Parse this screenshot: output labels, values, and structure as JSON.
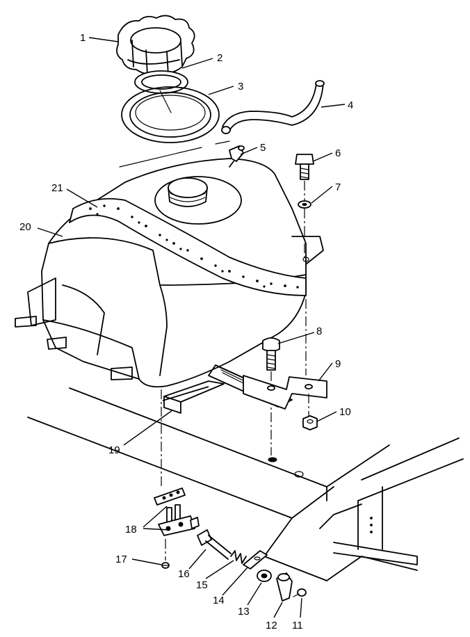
{
  "callouts": [
    {
      "id": "1",
      "part": "fuel-cap"
    },
    {
      "id": "2",
      "part": "cap-gasket"
    },
    {
      "id": "3",
      "part": "seal-ring"
    },
    {
      "id": "4",
      "part": "vent-hose"
    },
    {
      "id": "5",
      "part": "vent-fitting"
    },
    {
      "id": "6",
      "part": "bolt"
    },
    {
      "id": "7",
      "part": "washer"
    },
    {
      "id": "8",
      "part": "bolt"
    },
    {
      "id": "9",
      "part": "mounting-bracket"
    },
    {
      "id": "10",
      "part": "nut"
    },
    {
      "id": "11",
      "part": "screw"
    },
    {
      "id": "12",
      "part": "knob"
    },
    {
      "id": "13",
      "part": "nut"
    },
    {
      "id": "14",
      "part": "plate"
    },
    {
      "id": "15",
      "part": "spring"
    },
    {
      "id": "16",
      "part": "shaft"
    },
    {
      "id": "17",
      "part": "screw"
    },
    {
      "id": "18",
      "part": "fuel-valve"
    },
    {
      "id": "19",
      "part": "pad"
    },
    {
      "id": "20",
      "part": "fuel-tank"
    },
    {
      "id": "21",
      "part": "foam-strip"
    }
  ]
}
